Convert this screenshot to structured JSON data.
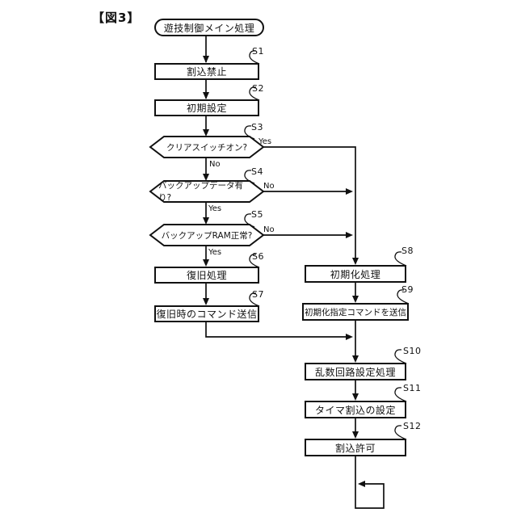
{
  "figure_label": "【図3】",
  "flowchart": {
    "start": "遊技制御メイン処理",
    "yes": "Yes",
    "no": "No",
    "steps": {
      "s1": {
        "id": "S1",
        "label": "割込禁止"
      },
      "s2": {
        "id": "S2",
        "label": "初期設定"
      },
      "s3": {
        "id": "S3",
        "label": "クリアスイッチオン?"
      },
      "s4": {
        "id": "S4",
        "label": "バックアップデータ有り?"
      },
      "s5": {
        "id": "S5",
        "label": "バックアップRAM正常?"
      },
      "s6": {
        "id": "S6",
        "label": "復旧処理"
      },
      "s7": {
        "id": "S7",
        "label": "復旧時のコマンド送信"
      },
      "s8": {
        "id": "S8",
        "label": "初期化処理"
      },
      "s9": {
        "id": "S9",
        "label": "初期化指定コマンドを送信"
      },
      "s10": {
        "id": "S10",
        "label": "乱数回路設定処理"
      },
      "s11": {
        "id": "S11",
        "label": "タイマ割込の設定"
      },
      "s12": {
        "id": "S12",
        "label": "割込許可"
      }
    }
  }
}
